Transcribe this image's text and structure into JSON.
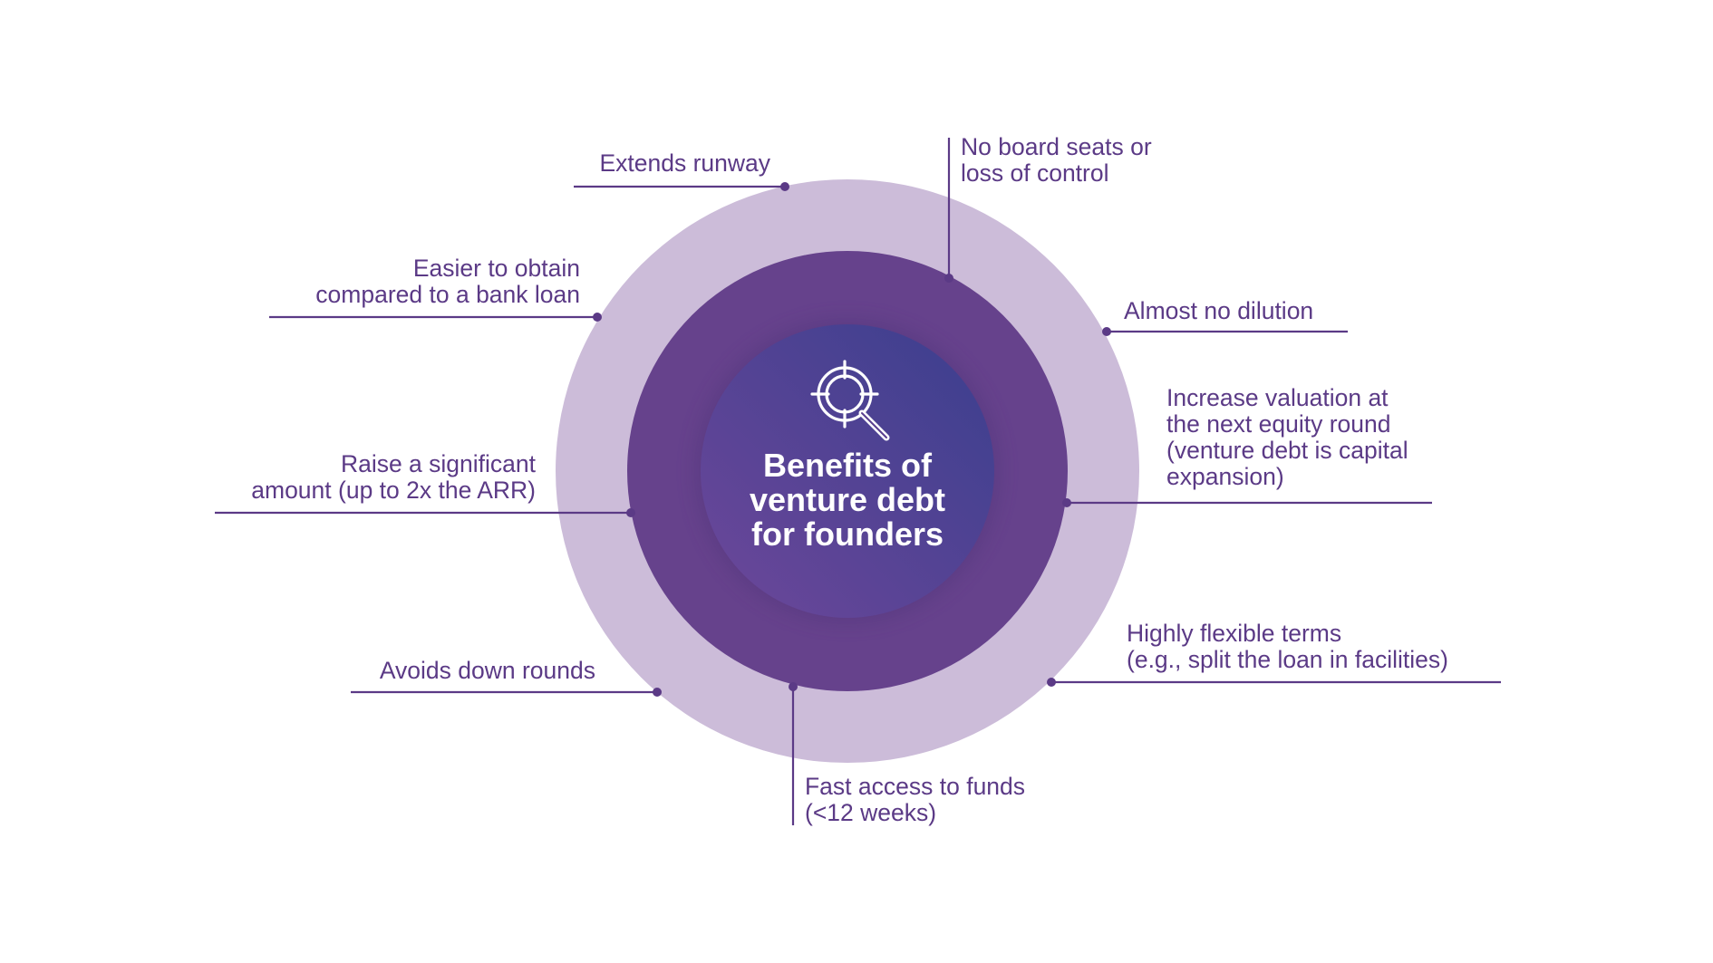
{
  "center": {
    "title": "Benefits of\nventure debt\nfor founders",
    "icon": "target-search-icon"
  },
  "benefits": [
    {
      "id": "extends-runway",
      "text": "Extends runway"
    },
    {
      "id": "easier-to-obtain",
      "text": "Easier to obtain\ncompared to a bank loan"
    },
    {
      "id": "raise-significant-amount",
      "text": "Raise a significant\namount (up to 2x the ARR)"
    },
    {
      "id": "avoids-down-rounds",
      "text": "Avoids down rounds"
    },
    {
      "id": "no-board-seats",
      "text": "No board seats or\nloss of control"
    },
    {
      "id": "almost-no-dilution",
      "text": "Almost no dilution"
    },
    {
      "id": "increase-valuation",
      "text": "Increase valuation at\nthe next equity round\n(venture debt is capital\nexpansion)"
    },
    {
      "id": "flexible-terms",
      "text": "Highly flexible terms\n(e.g., split the loan in facilities)"
    },
    {
      "id": "fast-access",
      "text": "Fast access to funds\n(<12 weeks)"
    }
  ],
  "colors": {
    "outer_ring": "#ccbcd9",
    "middle_ring": "#66428c",
    "inner_gradient_start": "#3f3f8f",
    "inner_gradient_end": "#6a4596",
    "text": "#5b3a86",
    "center_text": "#ffffff"
  }
}
